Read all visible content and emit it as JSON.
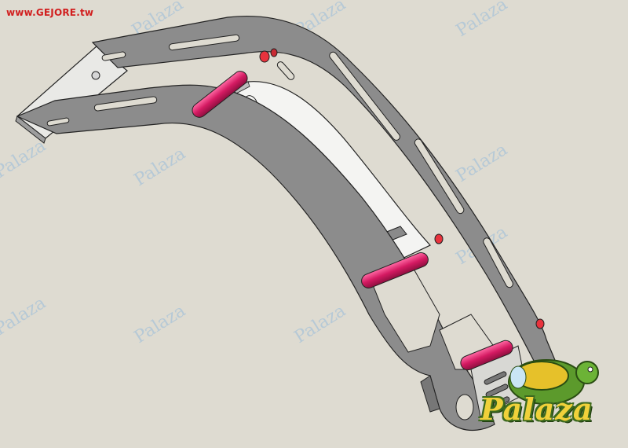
{
  "site": {
    "url_text": "www.GEJORE.tw"
  },
  "watermark": {
    "text": "Palaza"
  },
  "logo": {
    "text": "Palaza",
    "icon": "turtle-icon"
  },
  "colors": {
    "background": "#dedbd1",
    "frame": "#8c8c8c",
    "plate": "#f4f4f2",
    "spacer": "#d41a62",
    "site_text": "#d11f1f",
    "watermark": "#a9c3d8"
  }
}
